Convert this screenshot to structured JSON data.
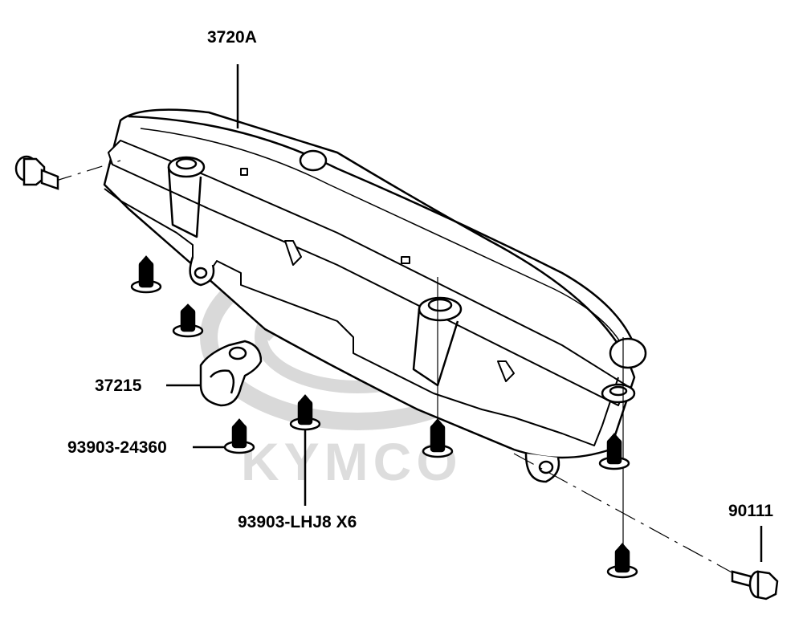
{
  "watermark": {
    "brand_text": "KYMCO",
    "color": "#d9d9d9"
  },
  "labels": {
    "cluster": "3720A",
    "clamp": "37215",
    "screw_small": "93903-24360",
    "screw_set": "93903-LHJ8 X6",
    "bolt": "90111"
  },
  "colors": {
    "line": "#000000",
    "background": "#ffffff"
  }
}
